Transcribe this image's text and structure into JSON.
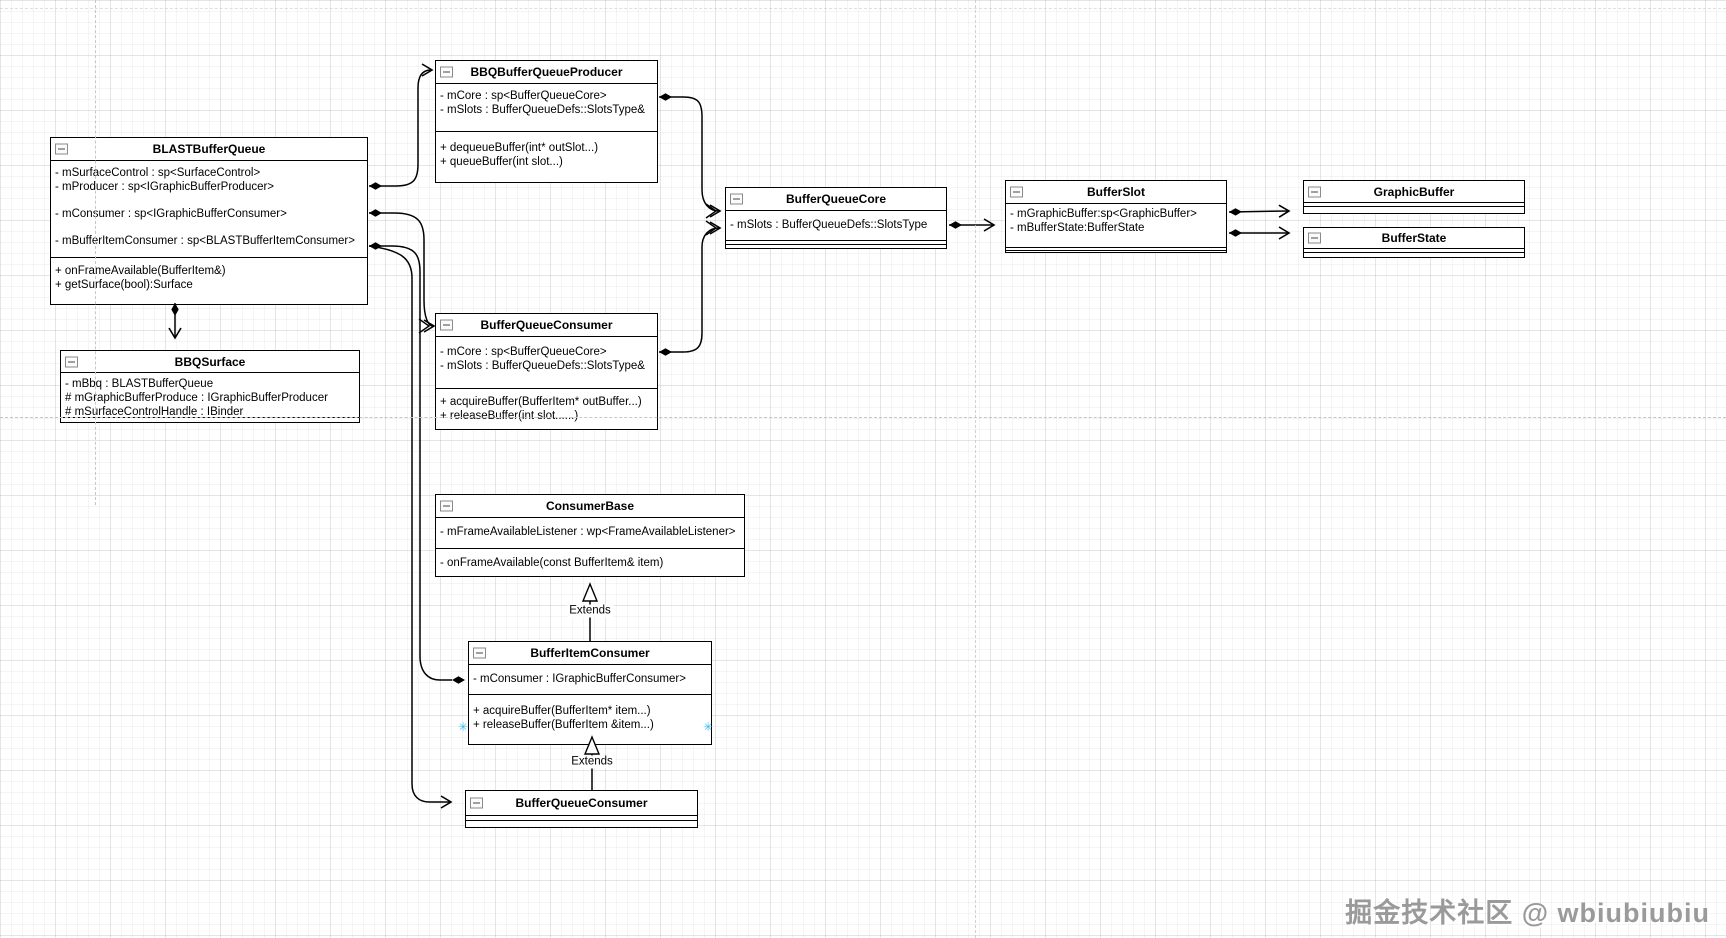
{
  "diagram": {
    "watermark": "掘金技术社区 @ wbiubiubiu",
    "edge_labels": {
      "extends_upper": "Extends",
      "extends_lower": "Extends"
    },
    "classes": {
      "blast_buffer_queue": {
        "title": "BLASTBufferQueue",
        "attrs": [
          "- mSurfaceControl : sp<SurfaceControl>",
          "- mProducer : sp<IGraphicBufferProducer>",
          "- mConsumer : sp<IGraphicBufferConsumer>",
          "- mBufferItemConsumer : sp<BLASTBufferItemConsumer>"
        ],
        "methods": [
          "+ onFrameAvailable(BufferItem&)",
          "+ getSurface(bool):Surface"
        ]
      },
      "bbq_buffer_queue_producer": {
        "title": "BBQBufferQueueProducer",
        "attrs": [
          "- mCore : sp<BufferQueueCore>",
          "- mSlots : BufferQueueDefs::SlotsType&"
        ],
        "methods": [
          "+ dequeueBuffer(int* outSlot...)",
          "+ queueBuffer(int slot...)"
        ]
      },
      "buffer_queue_consumer": {
        "title": "BufferQueueConsumer",
        "attrs": [
          "- mCore : sp<BufferQueueCore>",
          "- mSlots : BufferQueueDefs::SlotsType&"
        ],
        "methods": [
          "+ acquireBuffer(BufferItem* outBuffer...)",
          "+ releaseBuffer(int slot......)"
        ]
      },
      "buffer_queue_core": {
        "title": "BufferQueueCore",
        "attrs": [
          "- mSlots : BufferQueueDefs::SlotsType"
        ]
      },
      "buffer_slot": {
        "title": "BufferSlot",
        "attrs": [
          "- mGraphicBuffer:sp<GraphicBuffer>",
          "- mBufferState:BufferState"
        ]
      },
      "graphic_buffer": {
        "title": "GraphicBuffer"
      },
      "buffer_state": {
        "title": "BufferState"
      },
      "bbq_surface": {
        "title": "BBQSurface",
        "attrs": [
          "- mBbq : BLASTBufferQueue",
          "# mGraphicBufferProduce : IGraphicBufferProducer",
          "# mSurfaceControlHandle : IBinder"
        ]
      },
      "consumer_base": {
        "title": "ConsumerBase",
        "attrs": [
          "- mFrameAvailableListener : wp<FrameAvailableListener>"
        ],
        "methods": [
          "- onFrameAvailable(const BufferItem& item)"
        ]
      },
      "buffer_item_consumer": {
        "title": "BufferItemConsumer",
        "attrs": [
          "- mConsumer : IGraphicBufferConsumer>"
        ],
        "methods": [
          "+ acquireBuffer(BufferItem* item...)",
          "+ releaseBuffer(BufferItem &item...)"
        ]
      },
      "buffer_queue_consumer_base": {
        "title": "BufferQueueConsumer"
      }
    },
    "relationships": [
      {
        "from": "BLASTBufferQueue",
        "to": "BBQBufferQueueProducer",
        "type": "composition"
      },
      {
        "from": "BLASTBufferQueue",
        "to": "BufferQueueConsumer",
        "type": "composition"
      },
      {
        "from": "BLASTBufferQueue",
        "to": "BufferItemConsumer",
        "type": "composition"
      },
      {
        "from": "BLASTBufferQueue",
        "to": "BufferQueueConsumer(base)",
        "type": "association"
      },
      {
        "from": "BLASTBufferQueue",
        "to": "BBQSurface",
        "type": "composition"
      },
      {
        "from": "BBQBufferQueueProducer",
        "to": "BufferQueueCore",
        "type": "composition"
      },
      {
        "from": "BufferQueueConsumer",
        "to": "BufferQueueCore",
        "type": "composition"
      },
      {
        "from": "BufferQueueCore",
        "to": "BufferSlot",
        "type": "composition"
      },
      {
        "from": "BufferSlot",
        "to": "GraphicBuffer",
        "type": "composition"
      },
      {
        "from": "BufferSlot",
        "to": "BufferState",
        "type": "composition"
      },
      {
        "from": "BufferItemConsumer",
        "to": "ConsumerBase",
        "type": "extends"
      },
      {
        "from": "BufferQueueConsumer(base)",
        "to": "BufferItemConsumer",
        "type": "extends"
      }
    ]
  }
}
